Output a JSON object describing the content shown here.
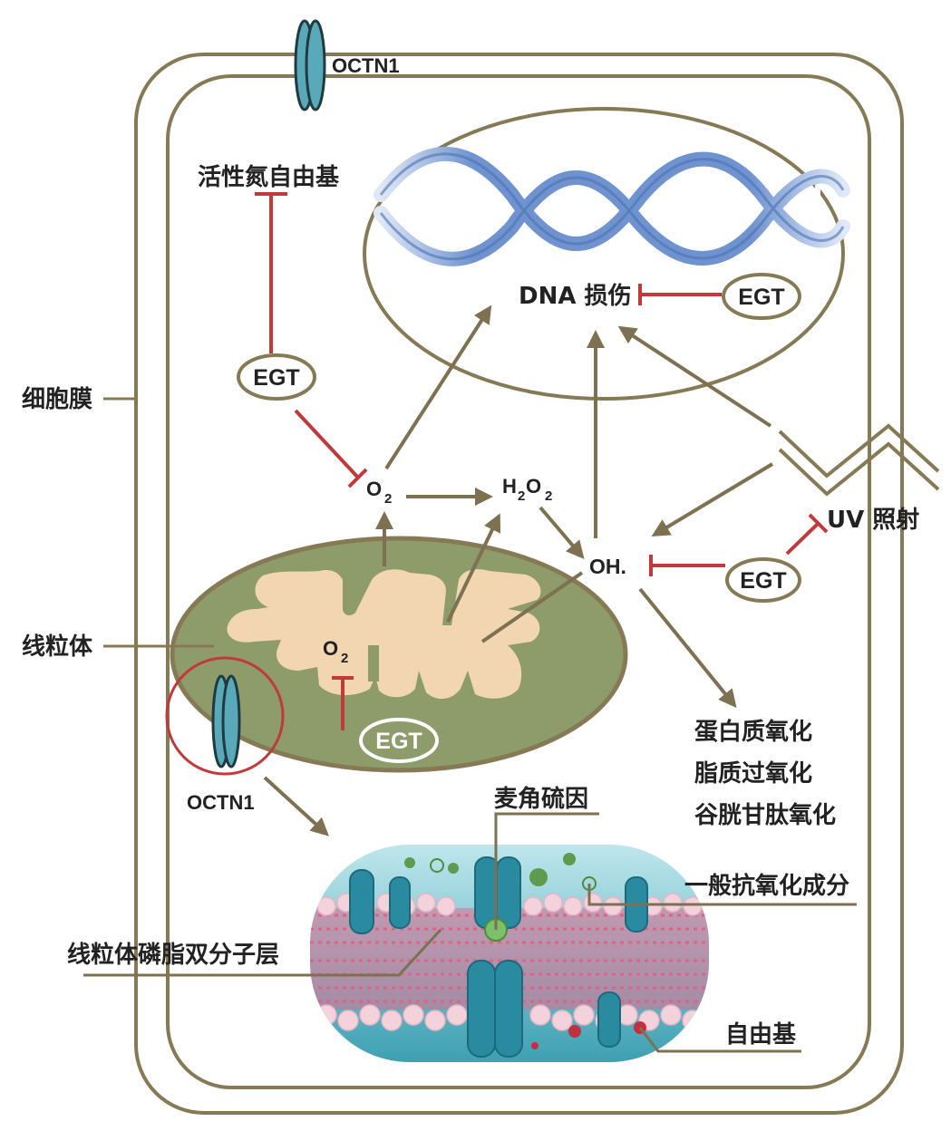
{
  "labels": {
    "octn1_top": "OCTN1",
    "octn1_bottom": "OCTN1",
    "rns": "活性氮自由基",
    "cell_membrane": "细胞膜",
    "mitochondria": "线粒体",
    "dna_damage": "DNA 损伤",
    "uv": "UV 照射",
    "ergothioneine": "麦角硫因",
    "general_antioxidant": "一般抗氧化成分",
    "mito_bilayer": "线粒体磷脂双分子层",
    "free_radical": "自由基"
  },
  "species": {
    "o2_main": "O",
    "o2_main_sub": "2",
    "h2o2_h": "H",
    "h2o2_sub1": "2",
    "h2o2_o": "O",
    "h2o2_sub2": "2",
    "hydroxyl": "OH.",
    "o2_mito": "O",
    "o2_mito_sub": "2"
  },
  "egt_pills": {
    "egt_rns": "EGT",
    "egt_dna": "EGT",
    "egt_oh": "EGT",
    "egt_mito": "EGT"
  },
  "outcomes": [
    "蛋白质氧化",
    "脂质过氧化",
    "谷胱甘肽氧化"
  ],
  "colors": {
    "membrane": "#867a56",
    "arrow": "#7d7152",
    "inhibit": "#c0393b",
    "mito_outer": "#8d9c6a",
    "mito_inner": "#f1d6b1",
    "channel": "#5aa9b8",
    "circle": "#c0393b"
  }
}
